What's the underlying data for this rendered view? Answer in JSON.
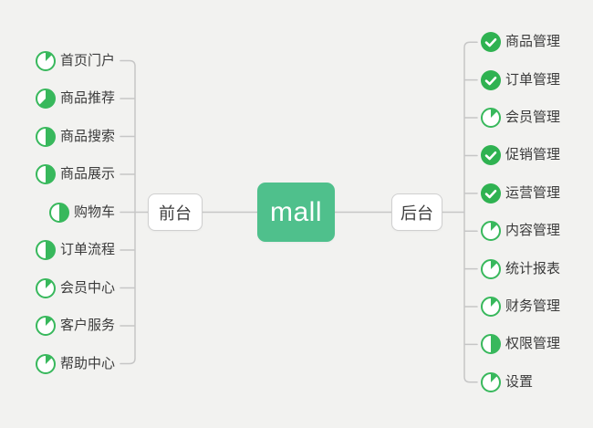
{
  "root": {
    "label": "mall"
  },
  "branches": [
    {
      "id": "frontend",
      "label": "前台",
      "side": "left",
      "items": [
        {
          "label": "首页门户",
          "progress": 0.125
        },
        {
          "label": "商品推荐",
          "progress": 0.625
        },
        {
          "label": "商品搜索",
          "progress": 0.5
        },
        {
          "label": "商品展示",
          "progress": 0.5
        },
        {
          "label": "购物车",
          "progress": 0.5
        },
        {
          "label": "订单流程",
          "progress": 0.5
        },
        {
          "label": "会员中心",
          "progress": 0.125
        },
        {
          "label": "客户服务",
          "progress": 0.125
        },
        {
          "label": "帮助中心",
          "progress": 0.125
        }
      ]
    },
    {
      "id": "backend",
      "label": "后台",
      "side": "right",
      "items": [
        {
          "label": "商品管理",
          "progress": "done"
        },
        {
          "label": "订单管理",
          "progress": "done"
        },
        {
          "label": "会员管理",
          "progress": 0.125
        },
        {
          "label": "促销管理",
          "progress": "done"
        },
        {
          "label": "运营管理",
          "progress": "done"
        },
        {
          "label": "内容管理",
          "progress": 0.125
        },
        {
          "label": "统计报表",
          "progress": 0.125
        },
        {
          "label": "财务管理",
          "progress": 0.125
        },
        {
          "label": "权限管理",
          "progress": 0.5
        },
        {
          "label": "设置",
          "progress": 0.125
        }
      ]
    }
  ],
  "colors": {
    "background": "#f2f2f0",
    "root_green": "#4fc08c",
    "check_green": "#2fb251",
    "pie_green": "#38b85c",
    "line": "#c6c6c6",
    "node_border": "#cfcfcf",
    "node_bg": "#ffffff",
    "text": "#3b3b3b",
    "root_text": "#ffffff"
  }
}
